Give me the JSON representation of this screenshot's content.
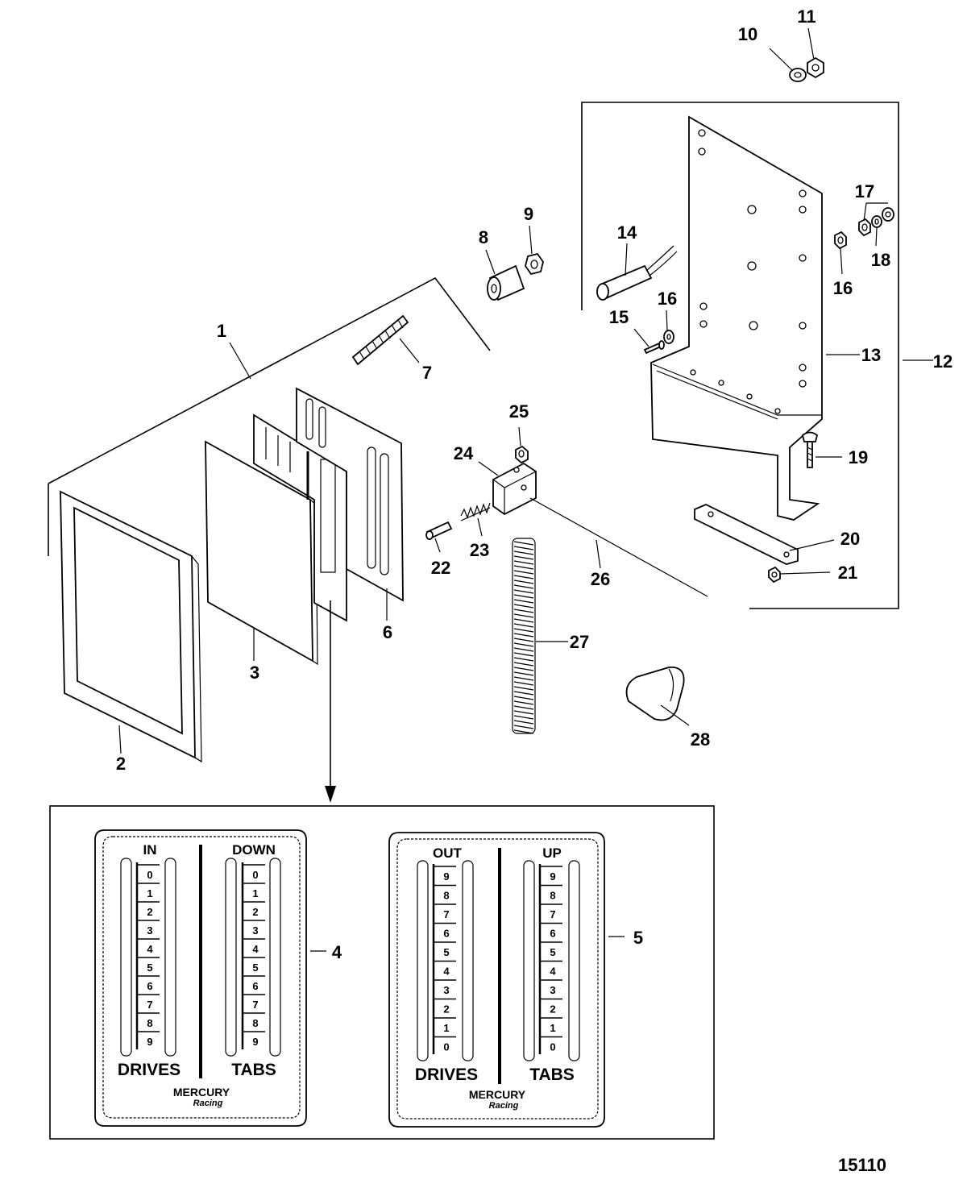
{
  "callouts": [
    "1",
    "2",
    "3",
    "4",
    "5",
    "6",
    "7",
    "8",
    "9",
    "10",
    "11",
    "12",
    "13",
    "14",
    "15",
    "16",
    "16",
    "17",
    "18",
    "19",
    "20",
    "21",
    "22",
    "23",
    "24",
    "25",
    "26",
    "27",
    "28"
  ],
  "figure_number": "15110",
  "decals": [
    {
      "left_top": "IN",
      "right_top": "DOWN",
      "left_scale": [
        "0",
        "1",
        "2",
        "3",
        "4",
        "5",
        "6",
        "7",
        "8",
        "9"
      ],
      "right_scale": [
        "0",
        "1",
        "2",
        "3",
        "4",
        "5",
        "6",
        "7",
        "8",
        "9"
      ],
      "left_bottom": "DRIVES",
      "right_bottom": "TABS",
      "brand": "MERCURY",
      "brand_sub": "Racing"
    },
    {
      "left_top": "OUT",
      "right_top": "UP",
      "left_scale": [
        "9",
        "8",
        "7",
        "6",
        "5",
        "4",
        "3",
        "2",
        "1",
        "0"
      ],
      "right_scale": [
        "9",
        "8",
        "7",
        "6",
        "5",
        "4",
        "3",
        "2",
        "1",
        "0"
      ],
      "left_bottom": "DRIVES",
      "right_bottom": "TABS",
      "brand": "MERCURY",
      "brand_sub": "Racing"
    }
  ]
}
